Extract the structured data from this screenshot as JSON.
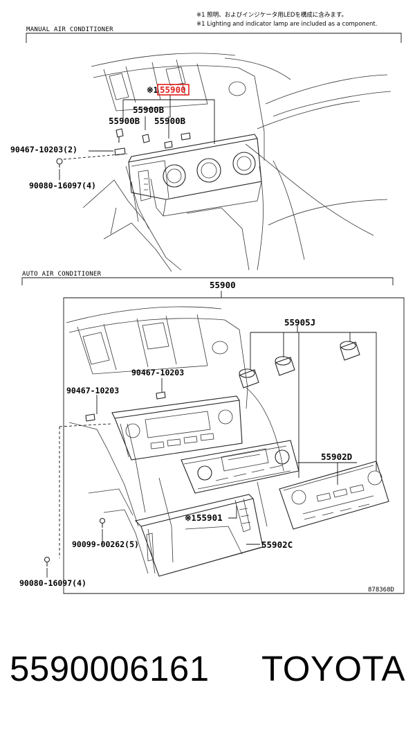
{
  "notes": {
    "line1": "※1 照明、およびインジケータ用LEDを構成に含みます。",
    "line2": "※1 Lighting and indicator lamp are included as a component."
  },
  "sections": {
    "manual": {
      "title": "MANUAL AIR CONDITIONER",
      "highlight_label": "55900",
      "highlight_prefix": "※1",
      "labels": {
        "p55900b_a": "55900B",
        "p55900b_b": "55900B",
        "p55900b_c": "55900B",
        "screw_a": "90467-10203(2)",
        "screw_b": "90080-16097(4)"
      }
    },
    "auto": {
      "title": "AUTO AIR CONDITIONER",
      "labels": {
        "top": "55900",
        "p55905j": "55905J",
        "screw_a": "90467-10203",
        "screw_b": "90467-10203",
        "p55902d": "55902D",
        "p55901": "55901",
        "p55901_prefix": "※1",
        "screw_c": "90099-00262(5)",
        "p55902c": "55902C",
        "screw_d": "90080-16097(4)"
      }
    },
    "illustration_id": "878368D"
  },
  "highlight_color": "#e0201c",
  "footer": {
    "part_number": "5590006161",
    "brand": "TOYOTA"
  }
}
